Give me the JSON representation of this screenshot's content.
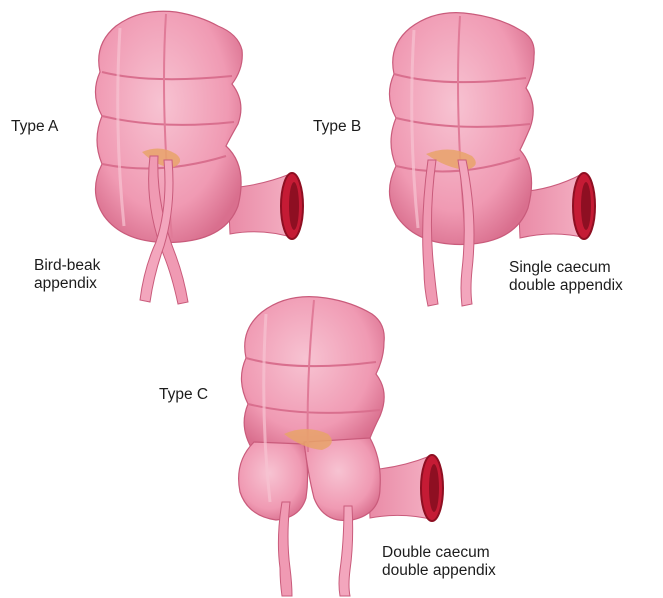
{
  "colors": {
    "tissue": "#f09ab3",
    "tissue_light": "#f7c3d2",
    "tissue_dark": "#d96f8e",
    "outline": "#c95b7b",
    "ileum_inner": "#c51b35",
    "ileum_inner_dark": "#8e0f22",
    "fat": "#e8a36a",
    "text": "#1c1c1c"
  },
  "type_labels": {
    "a": "Type A",
    "b": "Type B",
    "c": "Type C"
  },
  "captions": {
    "a": [
      "Bird-beak",
      "appendix"
    ],
    "b": [
      "Single caecum",
      "double appendix"
    ],
    "c": [
      "Double caecum",
      "double appendix"
    ]
  }
}
